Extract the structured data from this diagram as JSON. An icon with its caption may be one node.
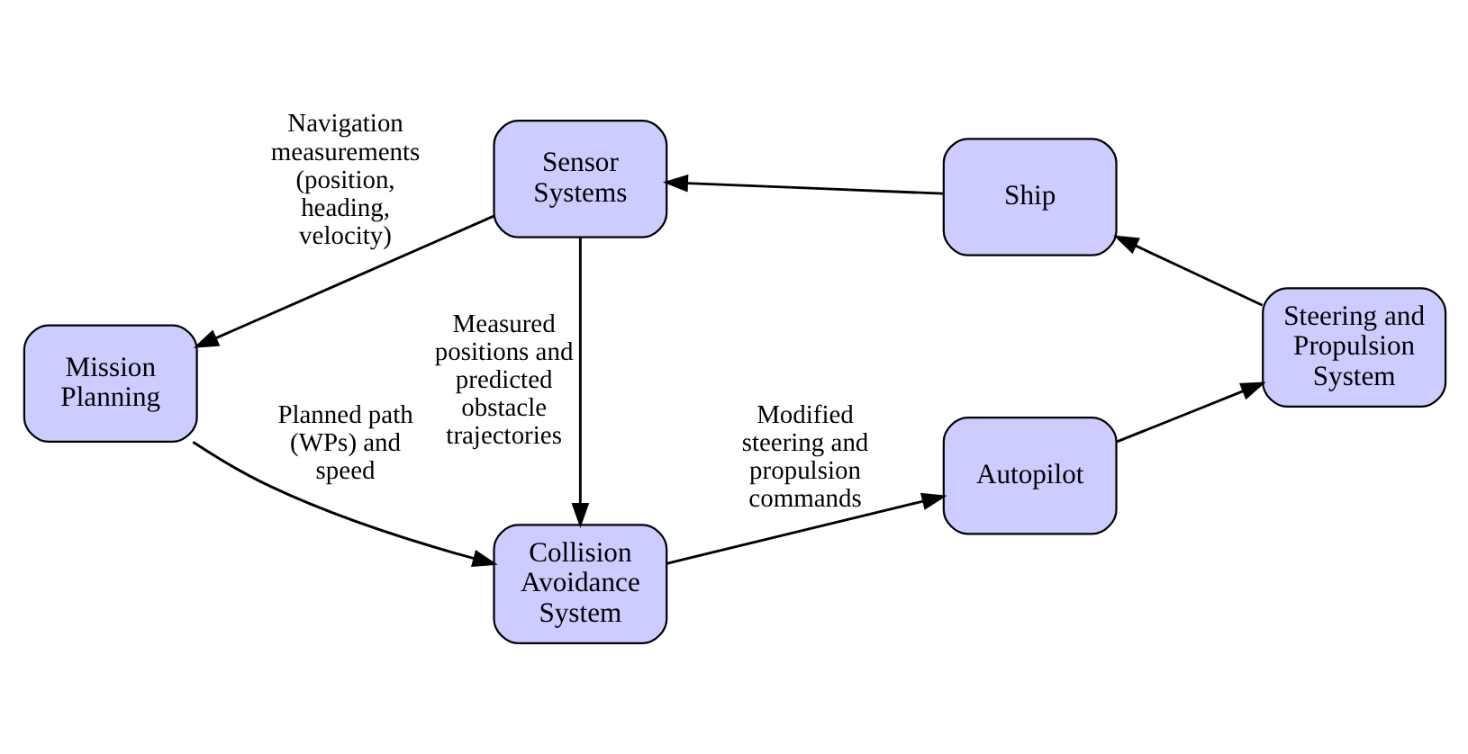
{
  "diagram": {
    "nodes": [
      {
        "text": [
          "Mission Planning"
        ]
      },
      {
        "text": [
          "Collision Avoidance System"
        ]
      },
      {
        "text": [
          "Autopilot"
        ]
      },
      {
        "text": [
          "Sensor Systems"
        ]
      },
      {
        "text": [
          "Ship"
        ]
      },
      {
        "text": [
          "Steering and Propulsion System"
        ]
      }
    ],
    "edges": [
      {
        "from": 0,
        "to": 1,
        "arrow": "to",
        "label": "Planned path (WPs) and speed"
      },
      {
        "from": 1,
        "to": 2,
        "arrow": "to",
        "label": "Modified steering and propulsion commands"
      },
      {
        "from": 2,
        "to": 5,
        "arrow": "to"
      },
      {
        "from": 5,
        "to": 4,
        "arrow": "to"
      },
      {
        "from": 4,
        "to": 3,
        "arrow": "to"
      },
      {
        "from": 3,
        "to": 1,
        "arrow": "to",
        "label": "Measured positions and predicted obstacle trajectories"
      },
      {
        "from": 3,
        "to": 0,
        "arrow": "to",
        "label": "Navigation measurements (position, heading, velocity)"
      }
    ]
  }
}
